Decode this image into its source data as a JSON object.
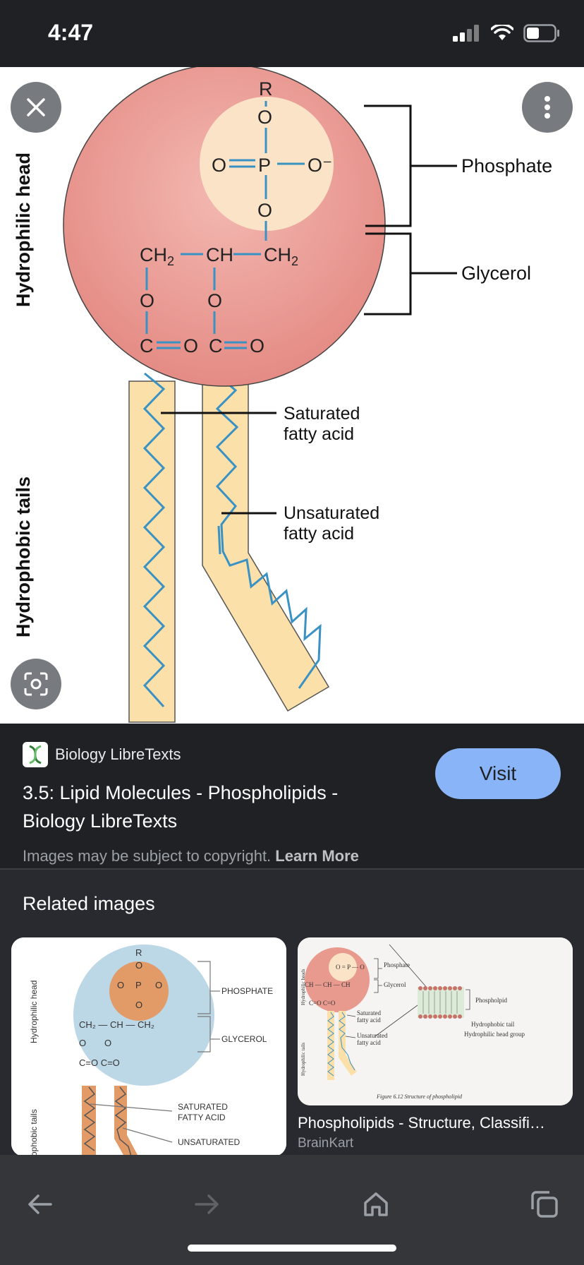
{
  "status": {
    "time": "4:47"
  },
  "diagram": {
    "labels": {
      "hydrophilic_head": "Hydrophilic head",
      "hydrophobic_tails": "Hydrophobic tails",
      "phosphate": "Phosphate",
      "glycerol": "Glycerol",
      "saturated_1": "Saturated",
      "saturated_2": "fatty acid",
      "unsaturated_1": "Unsaturated",
      "unsaturated_2": "fatty acid"
    },
    "chem": {
      "r": "R",
      "o": "O",
      "p": "P",
      "o_minus": "O⁻",
      "ch2": "CH",
      "ch": "CH",
      "sub2": "2",
      "c": "C",
      "dash": "—"
    }
  },
  "result": {
    "source_name": "Biology LibreTexts",
    "title": "3.5: Lipid Molecules - Phospholipids - Biology LibreTexts",
    "visit_label": "Visit",
    "copyright_text": "Images may be subject to copyright.",
    "learn_more": "Learn More"
  },
  "related": {
    "title": "Related images",
    "card1": {
      "labels": {
        "head": "Hydrophilic head",
        "tails": "ophobic tails",
        "phosphate": "PHOSPHATE",
        "glycerol": "GLYCEROL",
        "sat1": "SATURATED",
        "sat2": "FATTY ACID",
        "unsat": "UNSATURATED"
      }
    },
    "card2": {
      "title": "Phospholipids - Structure, Classifi…",
      "source": "BrainKart",
      "labels": {
        "phosphate": "Phosphate",
        "glycerol": "Glycerol",
        "saturated": "Saturated",
        "fatty_acid": "fatty acid",
        "unsaturated": "Unsaturated",
        "phospholipid": "Phospholpid",
        "hydrophobic_tail": "Hydrophobic tail",
        "hydrophilic_head_group": "Hydrophilic head group",
        "side_heads": "Hydrophilic heads",
        "side_tails": "Hydrophilic tails",
        "caption": "Figure 6.12 Structure of phospholipid"
      }
    }
  },
  "icons": {
    "close": "close-icon",
    "more": "more-vert-icon",
    "lens": "lens-icon",
    "back": "back-arrow-icon",
    "forward": "forward-arrow-icon",
    "home": "home-icon",
    "tabs": "tabs-icon"
  },
  "colors": {
    "accent": "#8ab4f8",
    "head_fill": "#e8918a",
    "phosphate_fill": "#fbe3c8",
    "tail_fill": "#fbe0aa",
    "bond_blue": "#3a92c4"
  }
}
